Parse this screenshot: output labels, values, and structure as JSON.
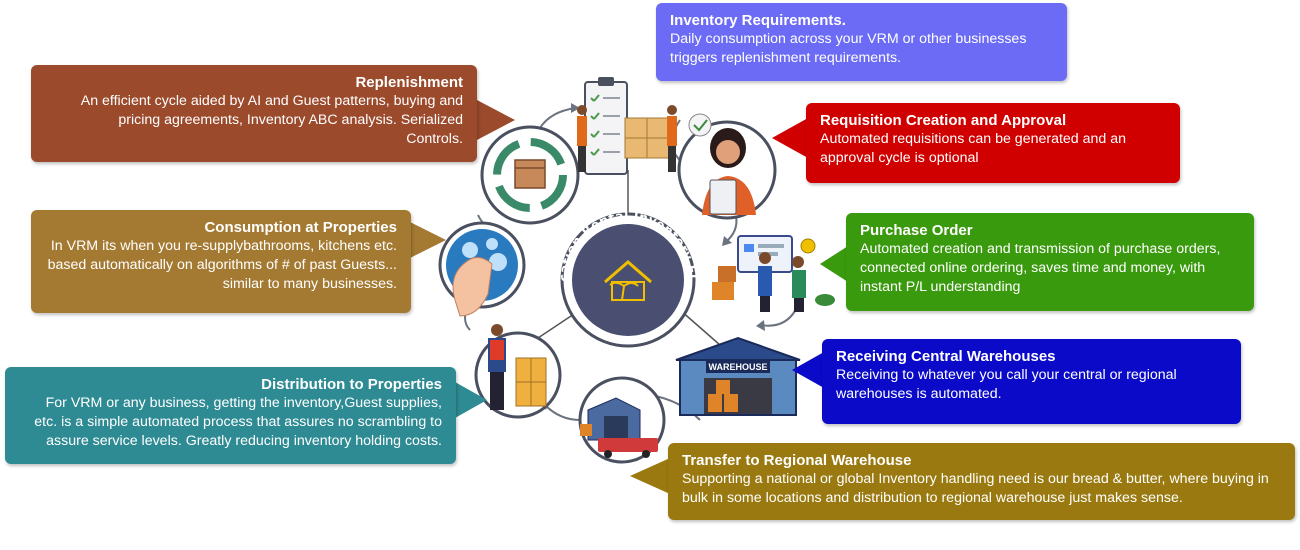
{
  "center": {
    "title": "Vacation Rental Inventory Flow"
  },
  "illustration_labels": {
    "warehouse_sign": "WAREHOUSE"
  },
  "colors": {
    "inventory_requirements": "#6b6bf5",
    "requisition": "#d00000",
    "purchase_order": "#3a9a0e",
    "receiving": "#0a0ac8",
    "transfer": "#9a7a10",
    "distribution": "#2e8b94",
    "consumption": "#a47a33",
    "replenishment": "#9b4a2c",
    "center": "#4a4e70"
  },
  "steps": {
    "inventory_requirements": {
      "title": "Inventory Requirements.",
      "desc": "Daily consumption across your VRM or other businesses triggers replenishment requirements."
    },
    "requisition": {
      "title": "Requisition Creation and Approval",
      "desc": "Automated requisitions can be generated and an approval cycle is optional"
    },
    "purchase_order": {
      "title": "Purchase Order",
      "desc": "Automated creation and transmission of purchase orders, connected online ordering, saves time and money, with instant P/L understanding"
    },
    "receiving": {
      "title": "Receiving Central Warehouses",
      "desc": "Receiving to whatever you call your central or regional warehouses is automated."
    },
    "transfer": {
      "title": "Transfer to Regional Warehouse",
      "desc": "Supporting a national or global Inventory handling need is our bread & butter, where buying in bulk in some locations and distribution to regional warehouse just makes sense."
    },
    "distribution": {
      "title": "Distribution to Properties",
      "desc": "For VRM or any business, getting the inventory,Guest supplies, etc. is a simple automated process that assures no scrambling to assure service levels. Greatly reducing inventory holding costs."
    },
    "consumption": {
      "title": "Consumption at Properties",
      "desc": "In VRM its when you re-supplybathrooms, kitchens etc. based automatically on algorithms of # of past Guests... similar to many businesses."
    },
    "replenishment": {
      "title": "Replenishment",
      "desc": "An efficient cycle aided by AI and Guest patterns, buying and pricing agreements, Inventory ABC analysis. Serialized Controls."
    }
  }
}
